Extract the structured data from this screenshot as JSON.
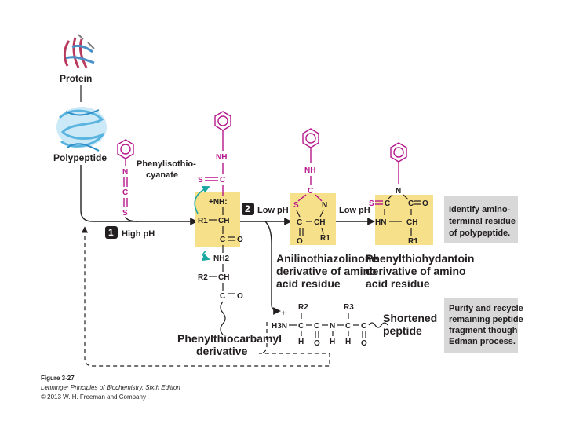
{
  "protein_label": "Protein",
  "polypeptide_label": "Polypeptide",
  "reagent": {
    "line1": "Phenylisothio-",
    "line2": "cyanate"
  },
  "step1": {
    "number": "1",
    "label": "High pH"
  },
  "step2": {
    "number": "2",
    "label": "Low pH"
  },
  "low_ph_label": "Low pH",
  "atoms": {
    "nh": "NH",
    "s": "S",
    "c": "C",
    "n": "N",
    "nh_plus": "+NH:",
    "r1": "R1",
    "ch": "CH",
    "c_o": "C",
    "o": "O",
    "nh2": "NH2",
    "r2": "R2",
    "h3n": "H3N",
    "plus": "+",
    "r3": "R3",
    "h": "H",
    "hn": "HN"
  },
  "products": {
    "ptc_line1": "Phenylthiocarbamyl",
    "ptc_line2": "derivative",
    "atz_line1": "Anilinothiazolinone",
    "atz_line2": "derivative of amino",
    "atz_line3": "acid residue",
    "pth_line1": "Phenylthiohydantoin",
    "pth_line2": "derivative of amino",
    "pth_line3": "acid residue",
    "short_line1": "Shortened",
    "short_line2": "peptide"
  },
  "notes": {
    "identify_line1": "Identify amino-",
    "identify_line2": "terminal residue",
    "identify_line3": "of polypeptide.",
    "purify_line1": "Purify and recycle",
    "purify_line2": "remaining peptide",
    "purify_line3": "fragment though",
    "purify_line4": "Edman process."
  },
  "caption": {
    "figure": "Figure 3-27",
    "book": "Lehninger Principles of Biochemistry, Sixth Edition",
    "copyright": "© 2013 W. H. Freeman and Company"
  },
  "colors": {
    "magenta": "#b5178c",
    "highlight": "#f7e08a",
    "note_box": "#d8d8d8",
    "protein_blue": "#5ab4e0",
    "teal_arrow": "#1aa7a0"
  }
}
